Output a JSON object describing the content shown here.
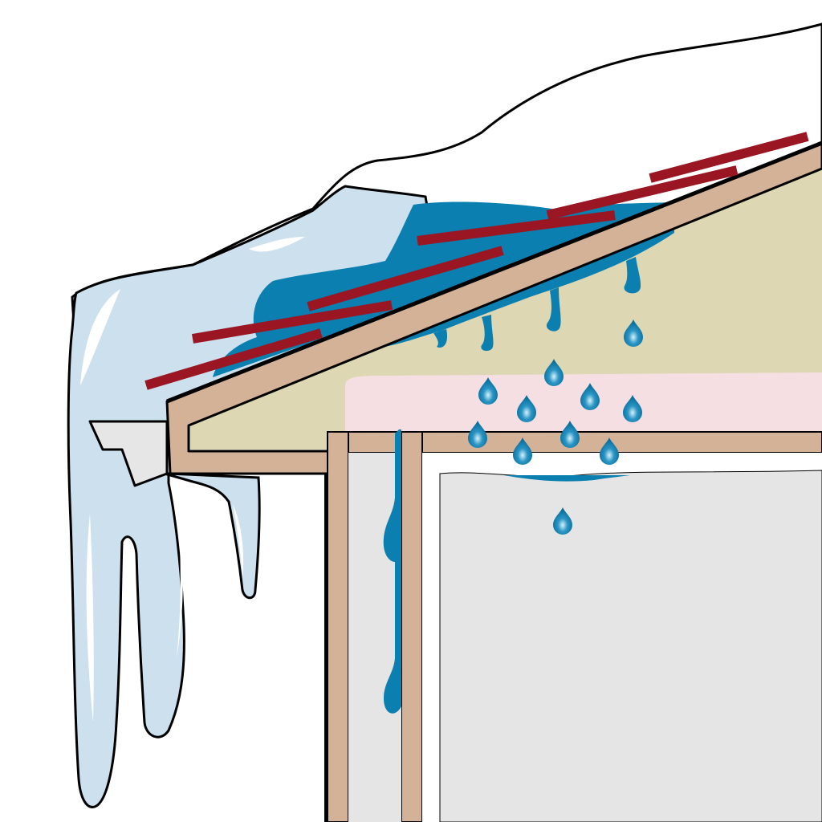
{
  "colors": {
    "background": "#ffffff",
    "snow": "#ffffff",
    "ice": "#cde0ee",
    "ice_highlight": "#ffffff",
    "meltwater": "#0a7fb0",
    "shingles": "#9b1623",
    "roof_frame": "#d4b298",
    "attic_insulation": "#ddd8b3",
    "ceiling_insulation": "#f5dfe3",
    "wall": "#e5e5e5",
    "gutter": "#e6e6e6",
    "outline": "#000000"
  },
  "icons": [
    "ice-dam",
    "icicle",
    "water-drop",
    "shingle"
  ]
}
